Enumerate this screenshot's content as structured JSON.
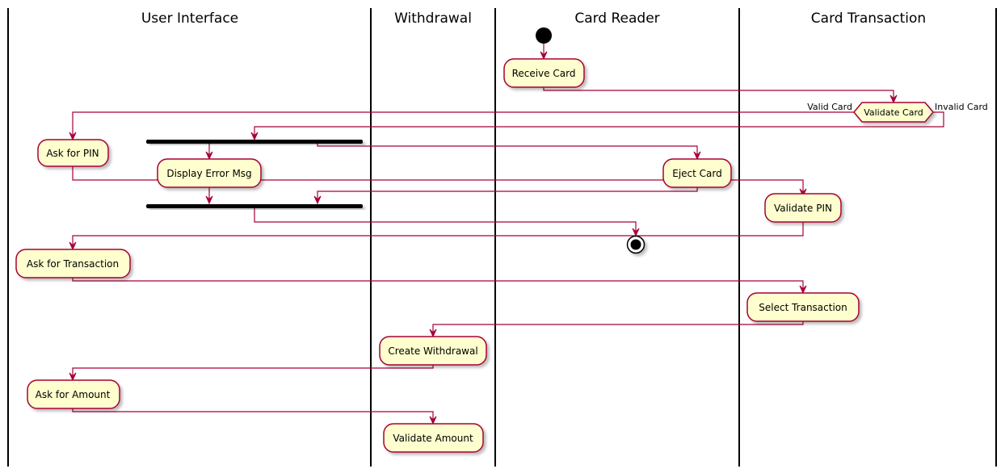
{
  "swimlanes": [
    {
      "id": "ui",
      "title": "User Interface"
    },
    {
      "id": "withdrawal",
      "title": "Withdrawal"
    },
    {
      "id": "reader",
      "title": "Card Reader"
    },
    {
      "id": "transaction",
      "title": "Card Transaction"
    }
  ],
  "nodes": {
    "receive_card": "Receive Card",
    "validate_card": "Validate Card",
    "ask_pin": "Ask for PIN",
    "display_error": "Display Error Msg",
    "eject_card": "Eject Card",
    "validate_pin": "Validate PIN",
    "ask_transaction": "Ask for Transaction",
    "select_transaction": "Select Transaction",
    "create_withdrawal": "Create Withdrawal",
    "ask_amount": "Ask for Amount",
    "validate_amount": "Validate Amount"
  },
  "guards": {
    "valid_card": "Valid Card",
    "invalid_card": "Invalid Card"
  },
  "colors": {
    "node_fill": "#FEFECE",
    "node_border": "#A80036",
    "edge": "#A80036"
  }
}
